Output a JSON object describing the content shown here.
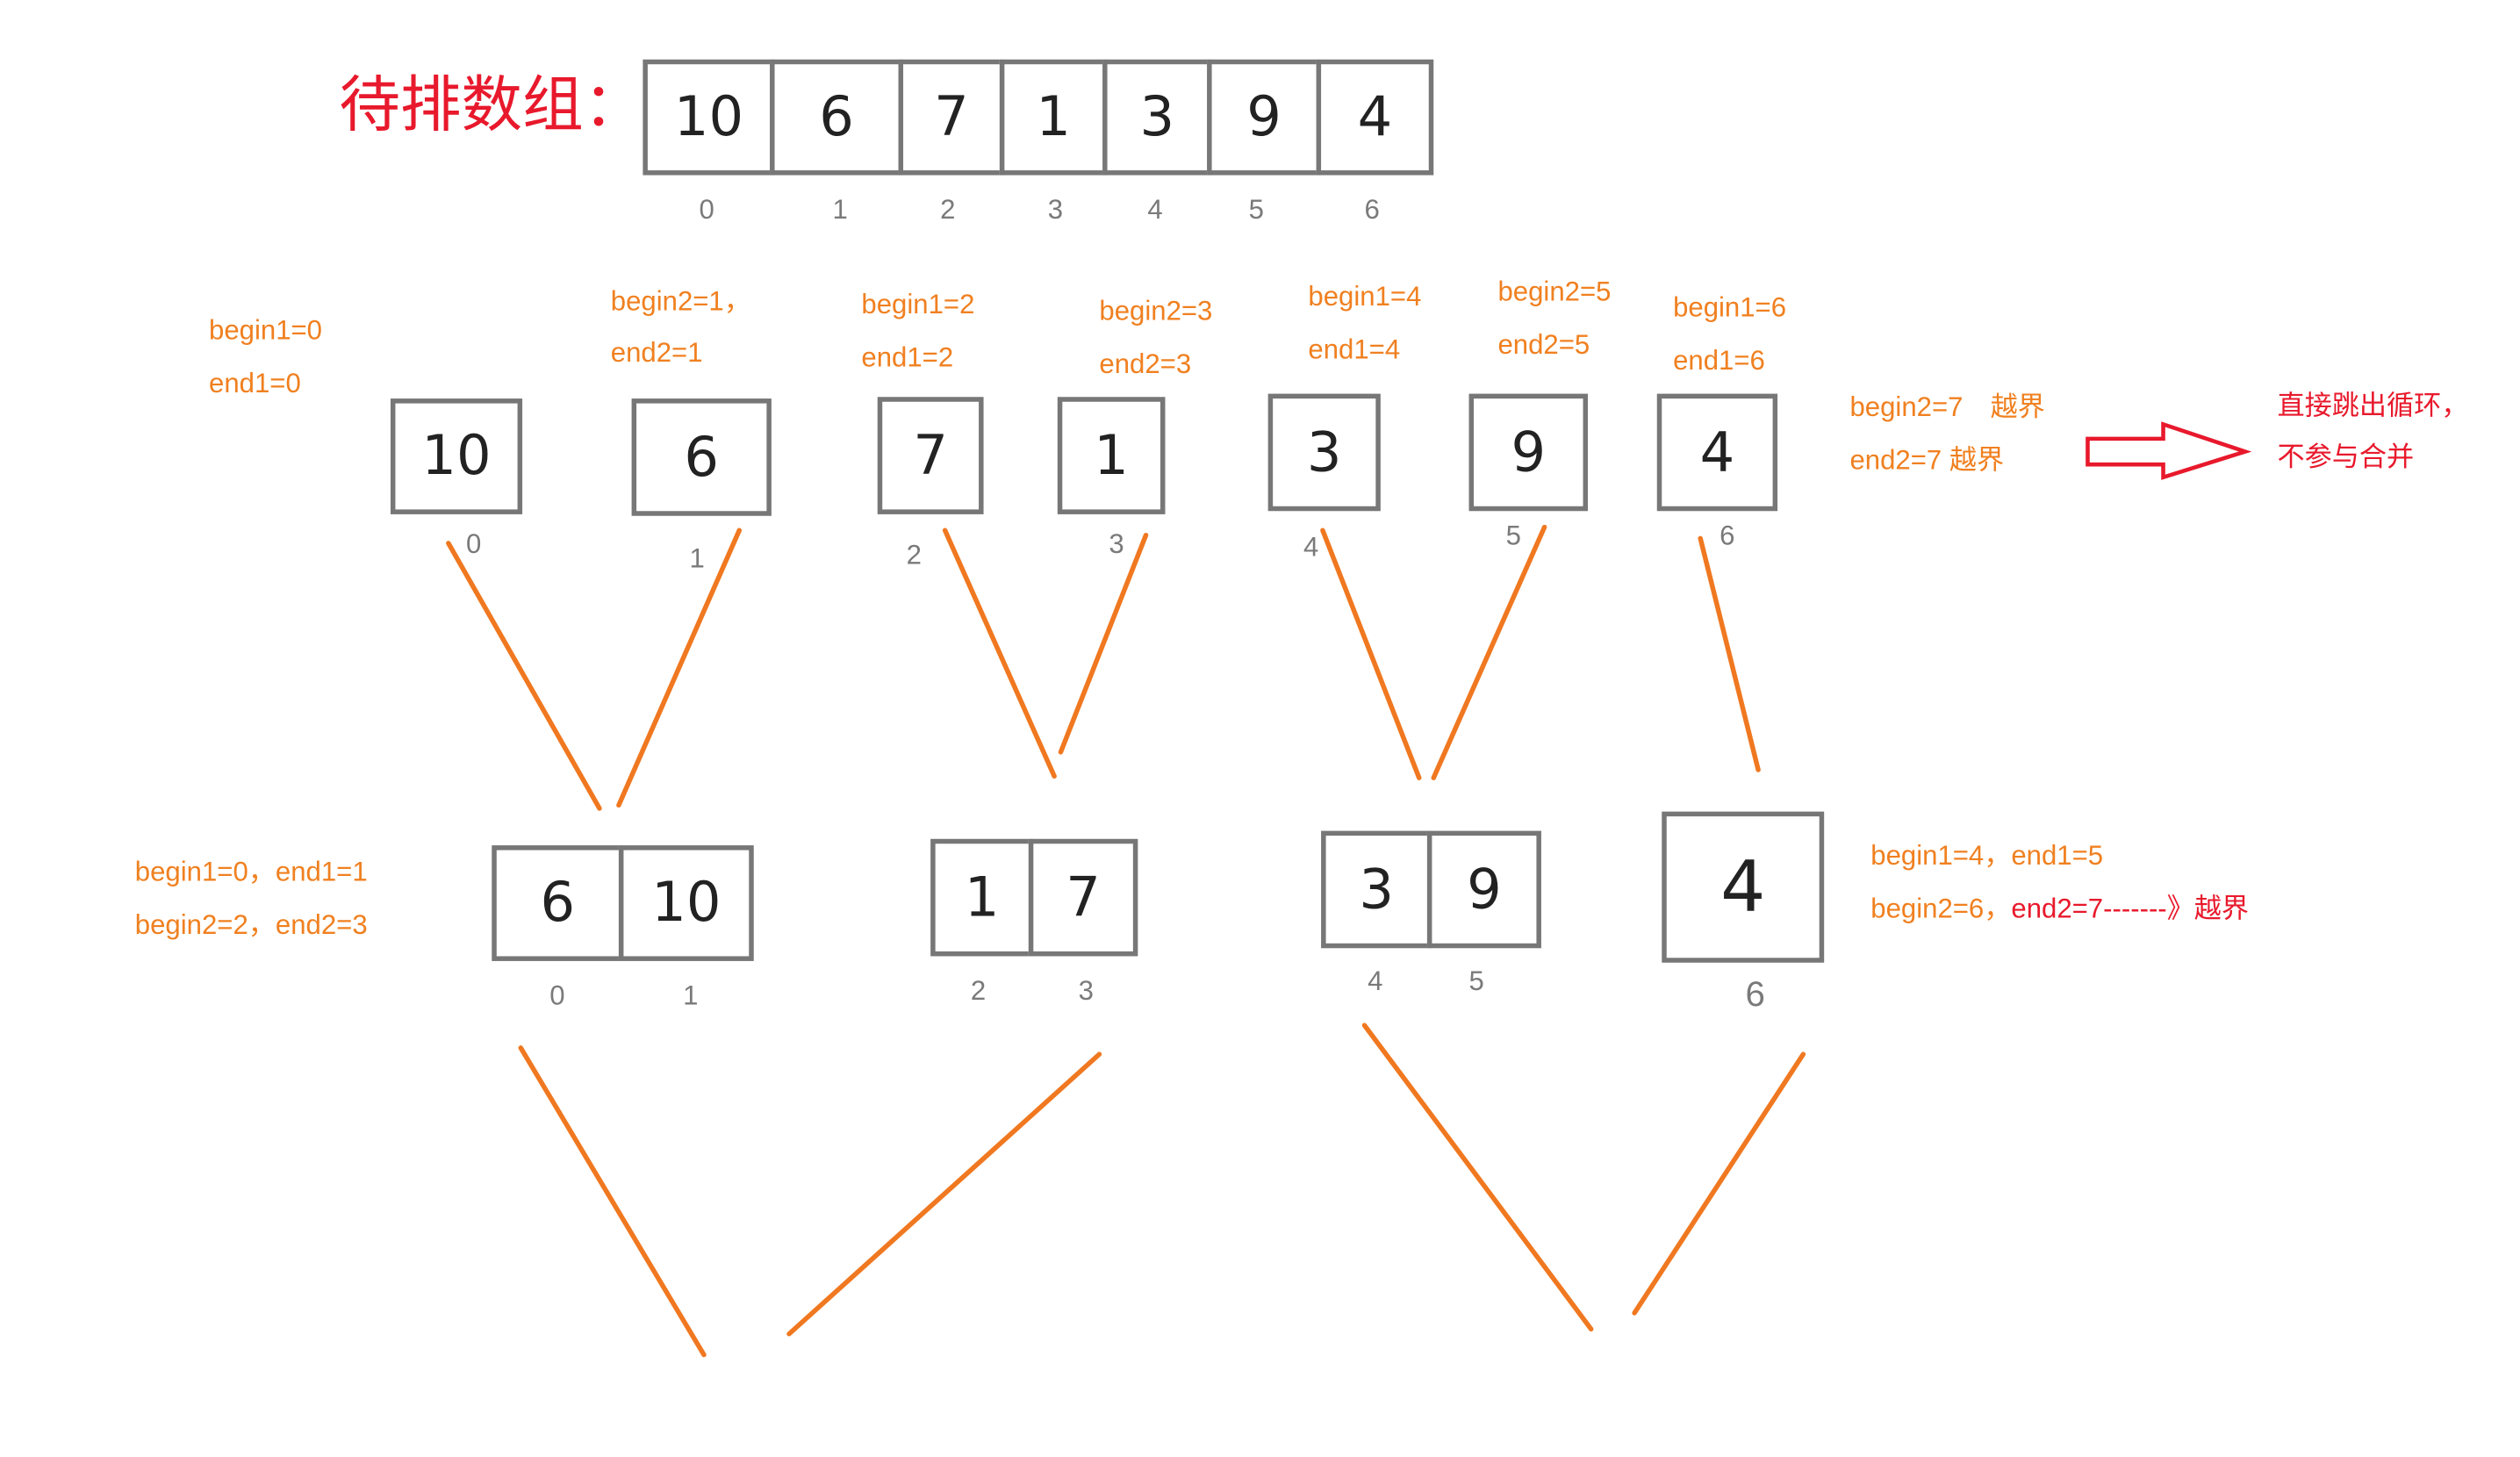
{
  "title": "待排数组：",
  "array": {
    "values": [
      "10",
      "6",
      "7",
      "1",
      "3",
      "9",
      "4"
    ],
    "indices": [
      "0",
      "1",
      "2",
      "3",
      "4",
      "5",
      "6"
    ]
  },
  "level1": {
    "values": [
      "10",
      "6",
      "7",
      "1",
      "3",
      "9",
      "4"
    ],
    "indices": [
      "0",
      "1",
      "2",
      "3",
      "4",
      "5",
      "6"
    ],
    "labels": [
      [
        "begin1=0",
        "end1=0"
      ],
      [
        "begin2=1，",
        "end2=1"
      ],
      [
        "begin1=2",
        "end1=2"
      ],
      [
        "begin2=3",
        "end2=3"
      ],
      [
        "begin1=4",
        "end1=4"
      ],
      [
        "begin2=5",
        "end2=5"
      ],
      [
        "begin1=6",
        "end1=6"
      ]
    ],
    "overflow": {
      "line1": "begin2=7　越界",
      "line2": "end2=7  越界"
    },
    "note": [
      "直接跳出循环，",
      "不参与合并"
    ]
  },
  "level2": {
    "groups": [
      {
        "values": [
          "6",
          "10"
        ],
        "indices": [
          "0",
          "1"
        ]
      },
      {
        "values": [
          "1",
          "7"
        ],
        "indices": [
          "2",
          "3"
        ]
      },
      {
        "values": [
          "3",
          "9"
        ],
        "indices": [
          "4",
          "5"
        ]
      },
      {
        "values": [
          "4"
        ],
        "indices": [
          "6"
        ]
      }
    ],
    "left_labels": [
      "begin1=0，end1=1",
      "begin2=2，end2=3"
    ],
    "right_labels": {
      "line1": "begin1=4，end1=5",
      "line2_prefix": "begin2=6，",
      "line2_red": "end2=7-------》越界"
    }
  },
  "colors": {
    "title": "#e8192c",
    "label": "#f08020",
    "line": "#f07820",
    "arrow": "#e8192c",
    "box": "#777777"
  }
}
